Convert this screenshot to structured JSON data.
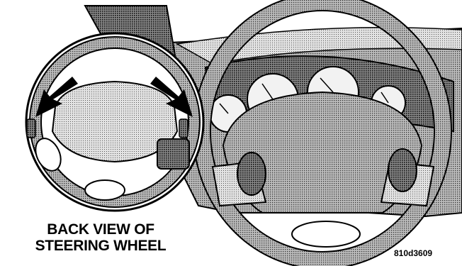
{
  "caption": {
    "line1": "BACK VIEW OF",
    "line2": "STEERING WHEEL"
  },
  "figure_code": "810d3609",
  "colors": {
    "ink": "#000000",
    "paper": "#ffffff",
    "halftone_light": "#d0d0d0",
    "halftone_mid": "#a8a8a8",
    "halftone_dark": "#7a7a7a"
  }
}
